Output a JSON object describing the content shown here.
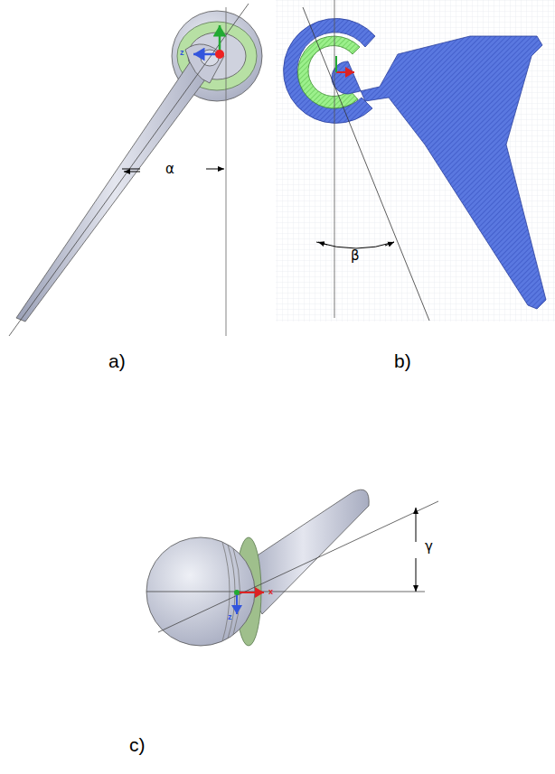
{
  "diagram": {
    "labels": [
      "α",
      "z",
      "β",
      "γ",
      "x",
      "z",
      "a)",
      "b)",
      "c)"
    ]
  }
}
